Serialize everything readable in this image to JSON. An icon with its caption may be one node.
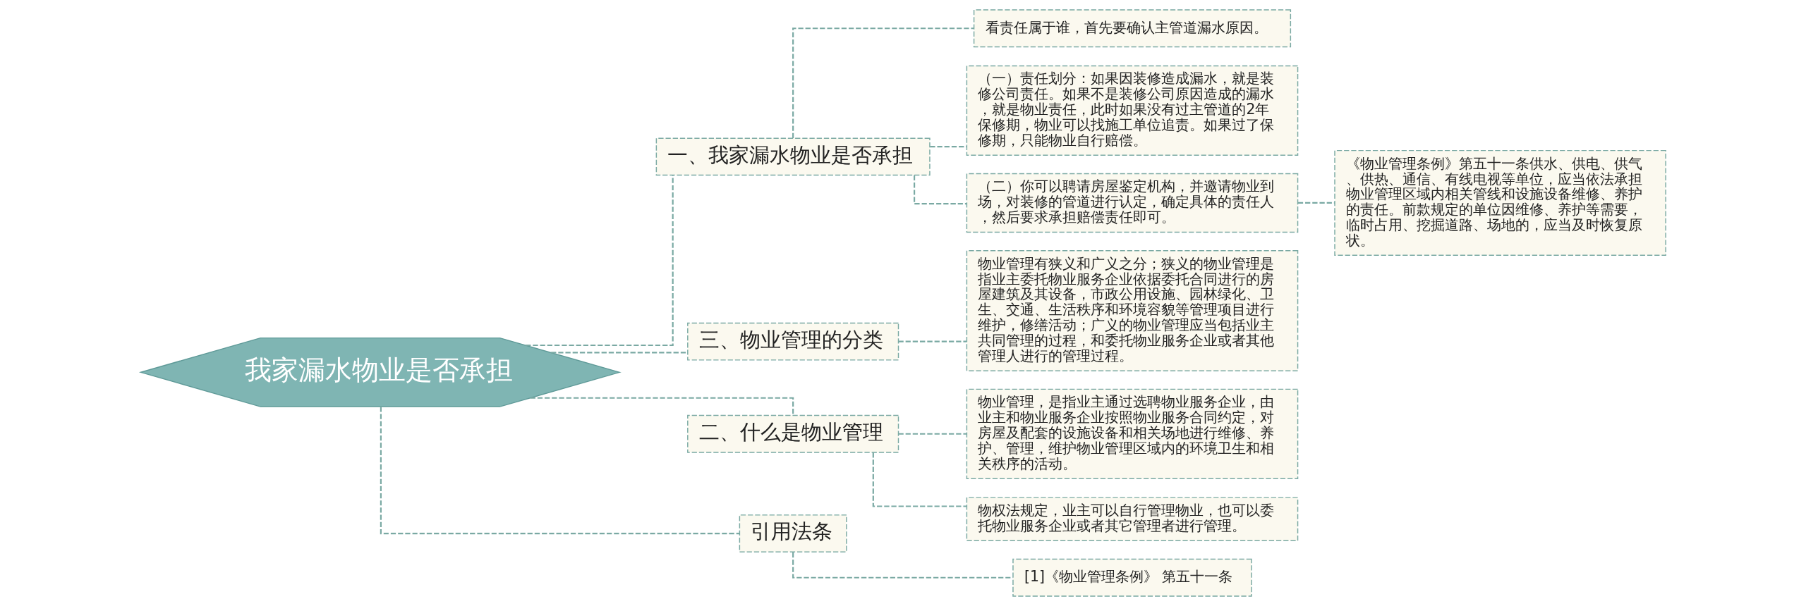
{
  "diagram": {
    "nodes": [
      {
        "text": [
          "我家漏水物业是否承担"
        ]
      },
      {
        "text": [
          "一、我家漏水物业是否承担"
        ]
      },
      {
        "text": [
          "看责任属于谁，首先要确认主管道漏水原因。"
        ]
      },
      {
        "text": [
          "（一）责任划分：如果因装修造成漏水，就是装修公司责任。如果不是装修公司原因造成的漏水，就是物业责任，此时如果没有过主管道的2年保修期，物业可以找施工单位追责。如果过了保修期，只能物业自行赔偿。"
        ]
      },
      {
        "text": [
          "（二）你可以聘请房屋鉴定机构，并邀请物业到场，对装修的管道进行认定，确定具体的责任人，然后要求承担赔偿责任即可。"
        ]
      },
      {
        "text": [
          "《物业管理条例》第五十一条供水、供电、供气、供热、通信、有线电视等单位，应当依法承担物业管理区域内相关管线和设施设备维修、养护的责任。前款规定的单位因维修、养护等需要，临时占用、挖掘道路、场地的，应当及时恢复原状。"
        ]
      },
      {
        "text": [
          "三、物业管理的分类"
        ]
      },
      {
        "text": [
          "物业管理有狭义和广义之分；狭义的物业管理是指业主委托物业服务企业依据委托合同进行的房屋建筑及其设备，市政公用设施、园林绿化、卫生、交通、生活秩序和环境容貌等管理项目进行维护，修缮活动；广义的物业管理应当包括业主共同管理的过程，和委托物业服务企业或者其他管理人进行的管理过程。"
        ]
      },
      {
        "text": [
          "二、什么是物业管理"
        ]
      },
      {
        "text": [
          "物业管理，是指业主通过选聘物业服务企业，由业主和物业服务企业按照物业服务合同约定，对房屋及配套的设施设备和相关场地进行维修、养护、管理，维护物业管理区域内的环境卫生和相关秩序的活动。"
        ]
      },
      {
        "text": [
          "物权法规定，业主可以自行管理物业，也可以委托物业服务企业或者其它管理者进行管理。"
        ]
      },
      {
        "text": [
          "引用法条"
        ]
      },
      {
        "text": [
          "[1]《物业管理条例》 第五十一条"
        ]
      }
    ],
    "edges": [
      {
        "from": 0,
        "to": 1,
        "arrow": "none",
        "style": "dashed"
      },
      {
        "from": 1,
        "to": 2,
        "arrow": "none",
        "style": "dashed"
      },
      {
        "from": 1,
        "to": 3,
        "arrow": "none",
        "style": "dashed"
      },
      {
        "from": 1,
        "to": 4,
        "arrow": "none",
        "style": "dashed"
      },
      {
        "from": 4,
        "to": 5,
        "arrow": "none",
        "style": "dashed"
      },
      {
        "from": 0,
        "to": 6,
        "arrow": "none",
        "style": "dashed"
      },
      {
        "from": 6,
        "to": 7,
        "arrow": "none",
        "style": "dashed"
      },
      {
        "from": 0,
        "to": 8,
        "arrow": "none",
        "style": "dashed"
      },
      {
        "from": 8,
        "to": 9,
        "arrow": "none",
        "style": "dashed"
      },
      {
        "from": 8,
        "to": 10,
        "arrow": "none",
        "style": "dashed"
      },
      {
        "from": 0,
        "to": 11,
        "arrow": "none",
        "style": "dashed"
      },
      {
        "from": 11,
        "to": 12,
        "arrow": "none",
        "style": "dashed"
      }
    ]
  }
}
